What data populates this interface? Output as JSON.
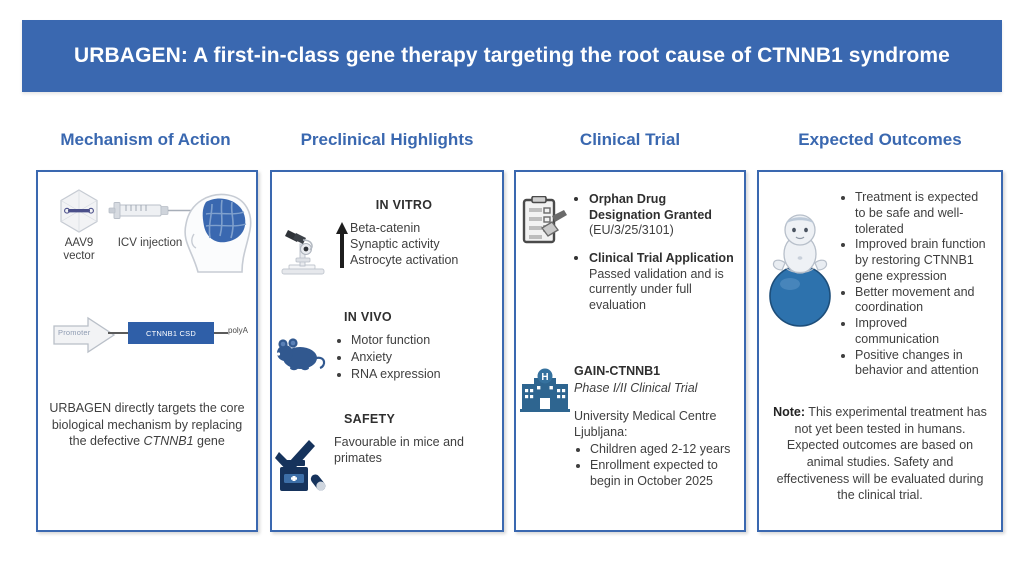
{
  "title": {
    "text": "URBAGEN: A first-in-class gene therapy targeting the root cause of CTNNB1 syndrome",
    "banner_color": "#3a68b0"
  },
  "theme": {
    "accent": "#3a68b0",
    "panel_border": "#3a68b0",
    "body_text": "#3f3f3f",
    "gene_box": "#2f5fa8",
    "ball_blue": "#2d72ad"
  },
  "columns": [
    {
      "heading": "Mechanism of Action"
    },
    {
      "heading": "Preclinical Highlights"
    },
    {
      "heading": "Clinical Trial"
    },
    {
      "heading": "Expected Outcomes"
    }
  ],
  "mechanism": {
    "aav_caption_line1": "AAV9",
    "aav_caption_line2": "vector",
    "injection_caption": "ICV injection",
    "construct": {
      "promoter_label": "Promoter",
      "gene_label": "CTNNB1 CSD",
      "polya_label": "polyA"
    },
    "summary_pre": "URBAGEN directly targets the core biological mechanism by replacing the defective ",
    "summary_italic": "CTNNB1",
    "summary_post": " gene"
  },
  "preclinical": {
    "in_vitro": {
      "title": "IN VITRO",
      "items": [
        "Beta-catenin",
        "Synaptic activity",
        "Astrocyte activation"
      ]
    },
    "in_vivo": {
      "title": "IN VIVO",
      "items": [
        "Motor function",
        "Anxiety",
        "RNA expression"
      ]
    },
    "safety": {
      "title": "SAFETY",
      "text": "Favourable in mice and primates"
    }
  },
  "clinical": {
    "regulatory": [
      {
        "lead": "Orphan Drug Designation Granted",
        "detail": "(EU/3/25/3101)"
      },
      {
        "lead": "Clinical Trial Application",
        "detail": "Passed validation and is currently under full evaluation"
      }
    ],
    "study_name": "GAIN-CTNNB1",
    "study_phase": "Phase I/II Clinical Trial",
    "site": "University Medical Centre Ljubljana:",
    "site_points": [
      "Children aged 2-12 years",
      "Enrollment expected to begin in October 2025"
    ]
  },
  "outcomes": {
    "items": [
      "Treatment is expected to be safe and well-tolerated",
      "Improved brain function by restoring CTNNB1 gene expression",
      "Better movement and coordination",
      "Improved communication",
      "Positive changes in behavior and attention"
    ],
    "note_label": "Note:",
    "note_text": " This experimental treatment has not yet been tested in humans. Expected outcomes are based on animal studies. Safety and effectiveness will be evaluated during the clinical trial."
  }
}
